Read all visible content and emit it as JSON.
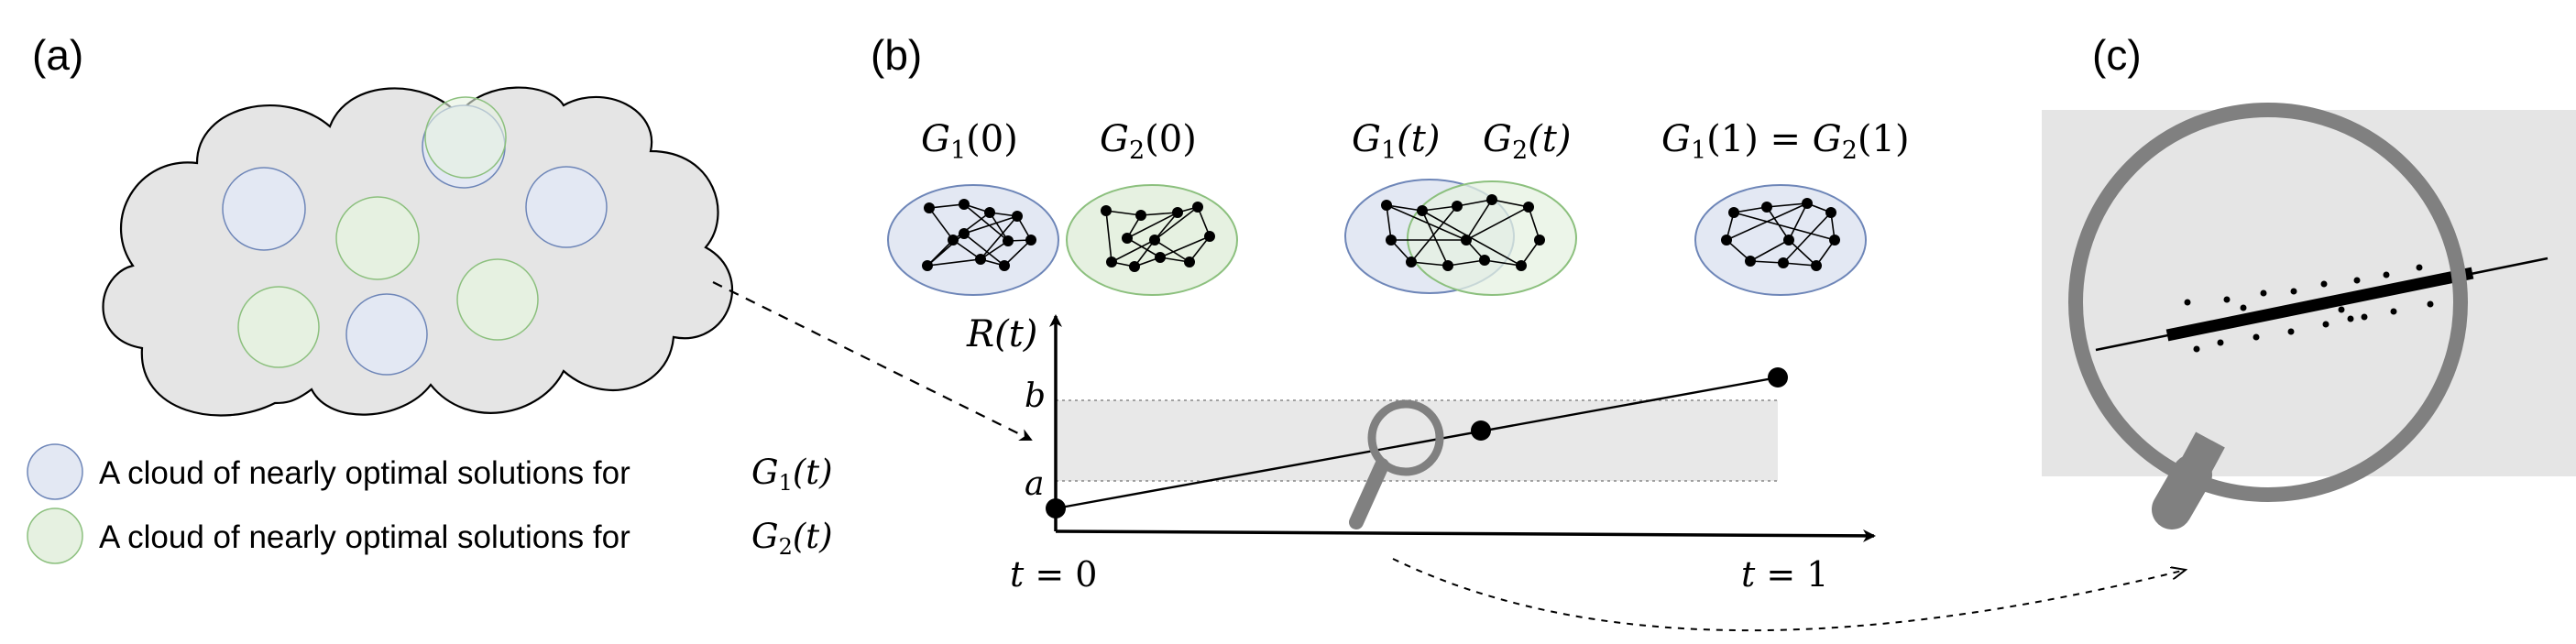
{
  "panels": {
    "a": {
      "label": "(a)"
    },
    "b": {
      "label": "(b)"
    },
    "c": {
      "label": "(c)"
    }
  },
  "legend": {
    "item1": {
      "text": "A cloud of nearly optimal solutions for",
      "graph": "G",
      "sub": "1",
      "arg": "(t)",
      "color": "#e3e8f3",
      "stroke": "#6e86b8"
    },
    "item2": {
      "text": "A cloud of nearly optimal solutions for",
      "graph": "G",
      "sub": "2",
      "arg": "(t)",
      "color": "#e6f1e1",
      "stroke": "#8cc07e"
    }
  },
  "graphs": {
    "g1_0": {
      "base": "G",
      "sub": "1",
      "arg": "(0)"
    },
    "g2_0": {
      "base": "G",
      "sub": "2",
      "arg": "(0)"
    },
    "g1_t": {
      "base": "G",
      "sub": "1",
      "arg": "(t)"
    },
    "g2_t": {
      "base": "G",
      "sub": "2",
      "arg": "(t)"
    },
    "g_1": {
      "base1": "G",
      "sub1": "1",
      "arg1": "(1)",
      "eq": " = ",
      "base2": "G",
      "sub2": "2",
      "arg2": "(1)"
    }
  },
  "axes": {
    "ylabel": {
      "base": "R",
      "arg": "(t)"
    },
    "tick_b": "b",
    "tick_a": "a",
    "xstart": {
      "var": "t",
      "eq": " = ",
      "val": "0"
    },
    "xend": {
      "var": "t",
      "eq": " = ",
      "val": "1"
    }
  },
  "colors": {
    "cloud_fill": "#e5e5e5",
    "band_fill": "#e8e8e8",
    "panel_c_bg": "#e5e5e5",
    "magnifier": "#808080"
  }
}
